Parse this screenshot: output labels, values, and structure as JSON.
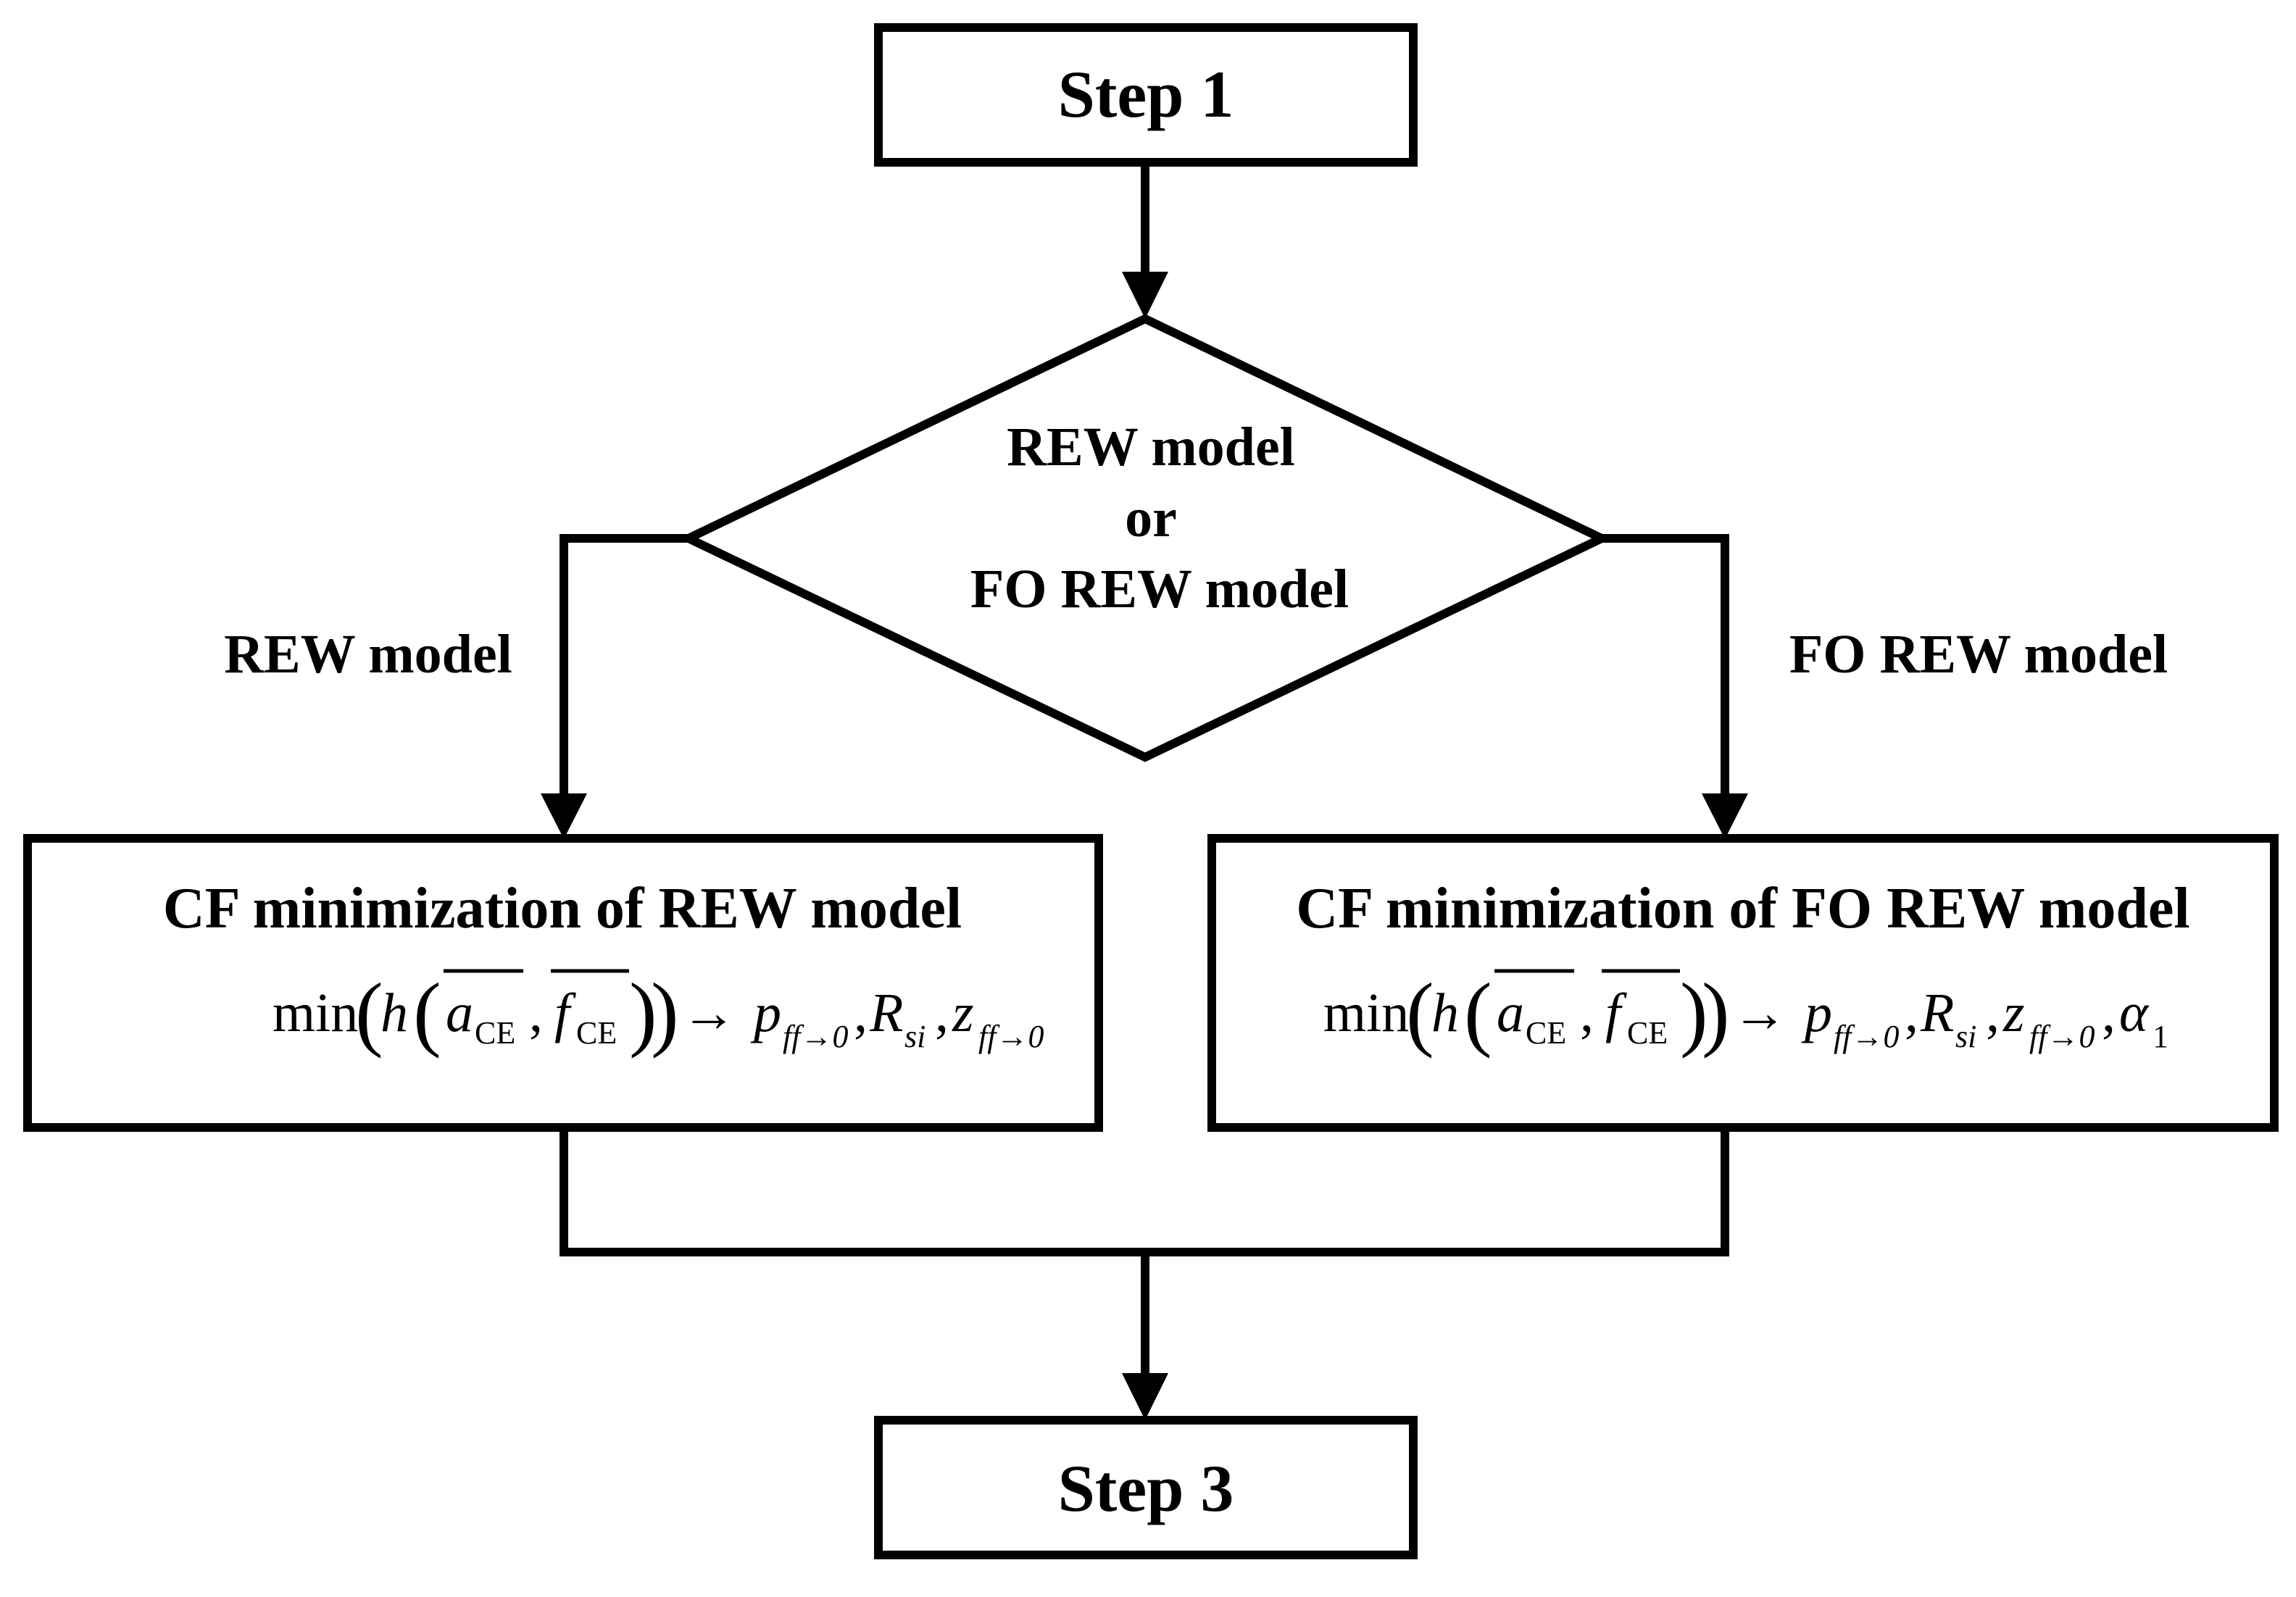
{
  "nodes": {
    "step1": "Step 1",
    "decision": {
      "line1": "REW model",
      "line2": "or",
      "line3": "FO REW model"
    },
    "proc_left": {
      "title": "CF minimization of REW model"
    },
    "proc_right": {
      "title": "CF minimization of FO REW model"
    },
    "step3": "Step 3"
  },
  "edges": {
    "left_label": "REW model",
    "right_label": "FO REW model"
  },
  "formula": {
    "min": "min",
    "h": "h",
    "a": "a",
    "f": "f",
    "sub_ce": "CE",
    "arrow": "→",
    "p": "p",
    "R": "R",
    "z": "z",
    "alpha": "α",
    "sub_ff0": "ff→0",
    "sub_si": "si",
    "sub_1": "1",
    "comma": ","
  }
}
